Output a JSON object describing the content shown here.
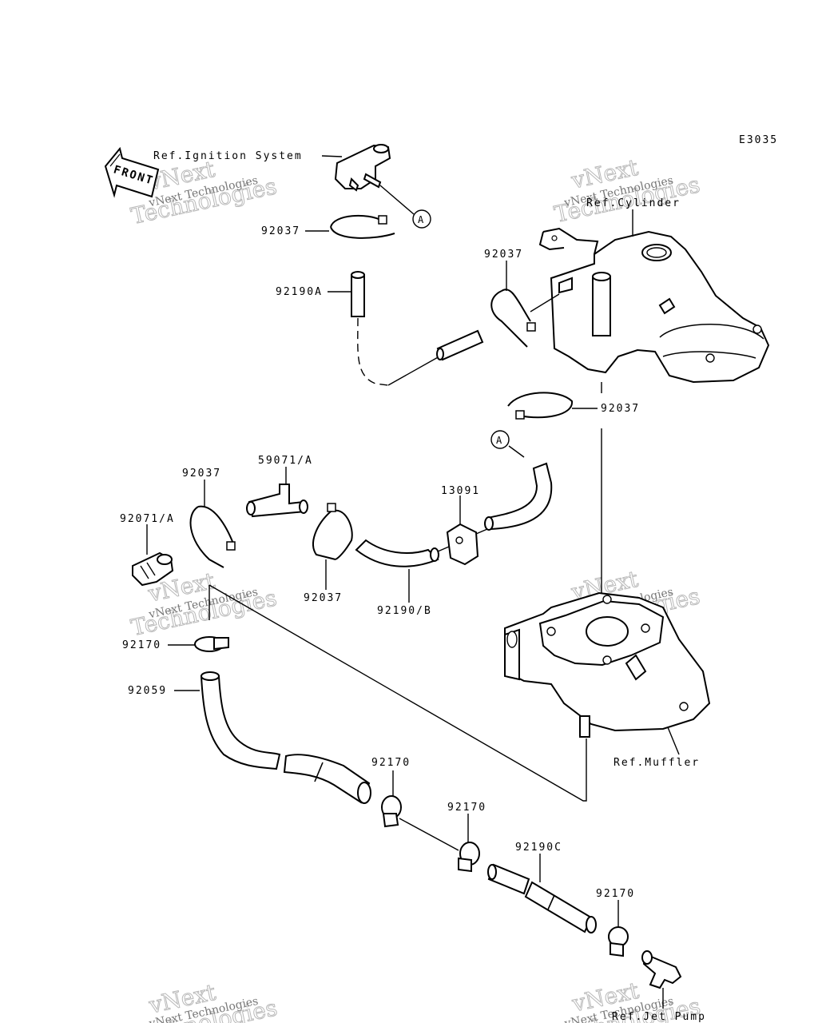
{
  "diagram_code": "E3035",
  "front_arrow_text": "FRONT",
  "refs": {
    "ignition": "Ref.Ignition System",
    "cylinder": "Ref.Cylinder",
    "muffler": "Ref.Muffler",
    "jet_pump": "Ref.Jet Pump"
  },
  "callout_letter": "A",
  "part_labels": {
    "p92037_a": "92037",
    "p92190A": "92190A",
    "p92037_b": "92037",
    "p92037_c": "92037",
    "p59071A": "59071/A",
    "p92037_d": "92037",
    "p92071A": "92071/A",
    "p13091": "13091",
    "p92037_e": "92037",
    "p92190B": "92190/B",
    "p92170_a": "92170",
    "p92059": "92059",
    "p92170_b": "92170",
    "p92170_c": "92170",
    "p92190C": "92190C",
    "p92170_d": "92170"
  },
  "watermark": {
    "line1": "vNext",
    "line2": "Technologies",
    "small": "vNext Technologies"
  }
}
